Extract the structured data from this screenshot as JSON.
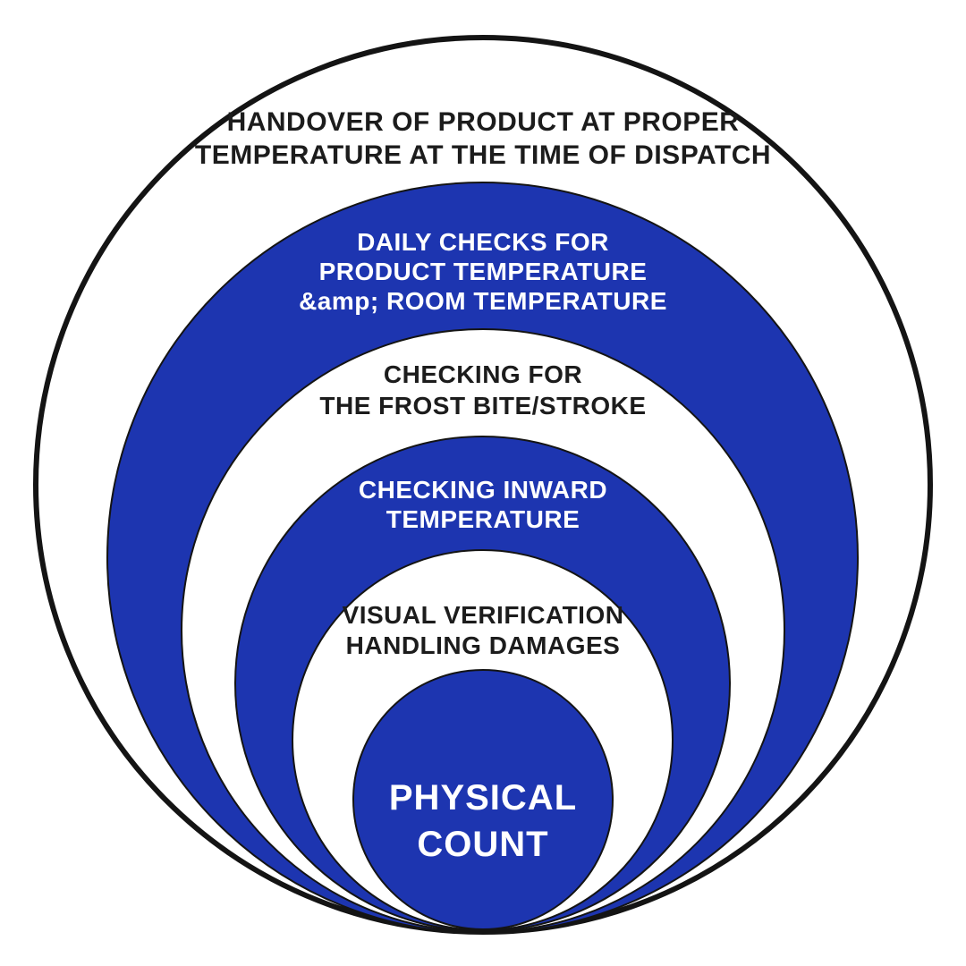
{
  "colors": {
    "background": "#ffffff",
    "blue_fill": "#1d35b0",
    "white_fill": "#ffffff",
    "outline_dark": "#141414",
    "outer_stroke": "#1a1a1a",
    "text_dark": "#1c1c1c",
    "text_light": "#ffffff"
  },
  "rings": [
    {
      "id": "handover-dispatch",
      "fill_hex": "#ffffff",
      "text_hex": "#1c1c1c",
      "lines": [
        "HANDOVER OF PRODUCT AT PROPER",
        "TEMPERATURE AT THE TIME OF DISPATCH"
      ]
    },
    {
      "id": "daily-checks-temperature",
      "fill_hex": "#1d35b0",
      "text_hex": "#ffffff",
      "lines": [
        "DAILY CHECKS FOR",
        "PRODUCT TEMPERATURE",
        "&amp; ROOM TEMPERATURE"
      ]
    },
    {
      "id": "frost-bite-stroke-check",
      "fill_hex": "#ffffff",
      "text_hex": "#1c1c1c",
      "lines": [
        "CHECKING FOR",
        "THE FROST BITE/STROKE"
      ]
    },
    {
      "id": "inward-temperature-check",
      "fill_hex": "#1d35b0",
      "text_hex": "#ffffff",
      "lines": [
        "CHECKING INWARD",
        "TEMPERATURE"
      ]
    },
    {
      "id": "visual-verification",
      "fill_hex": "#ffffff",
      "text_hex": "#1c1c1c",
      "lines": [
        "VISUAL VERIFICATION",
        "HANDLING DAMAGES"
      ]
    },
    {
      "id": "physical-count",
      "fill_hex": "#1d35b0",
      "text_hex": "#ffffff",
      "lines": [
        "PHYSICAL",
        "COUNT"
      ]
    }
  ]
}
